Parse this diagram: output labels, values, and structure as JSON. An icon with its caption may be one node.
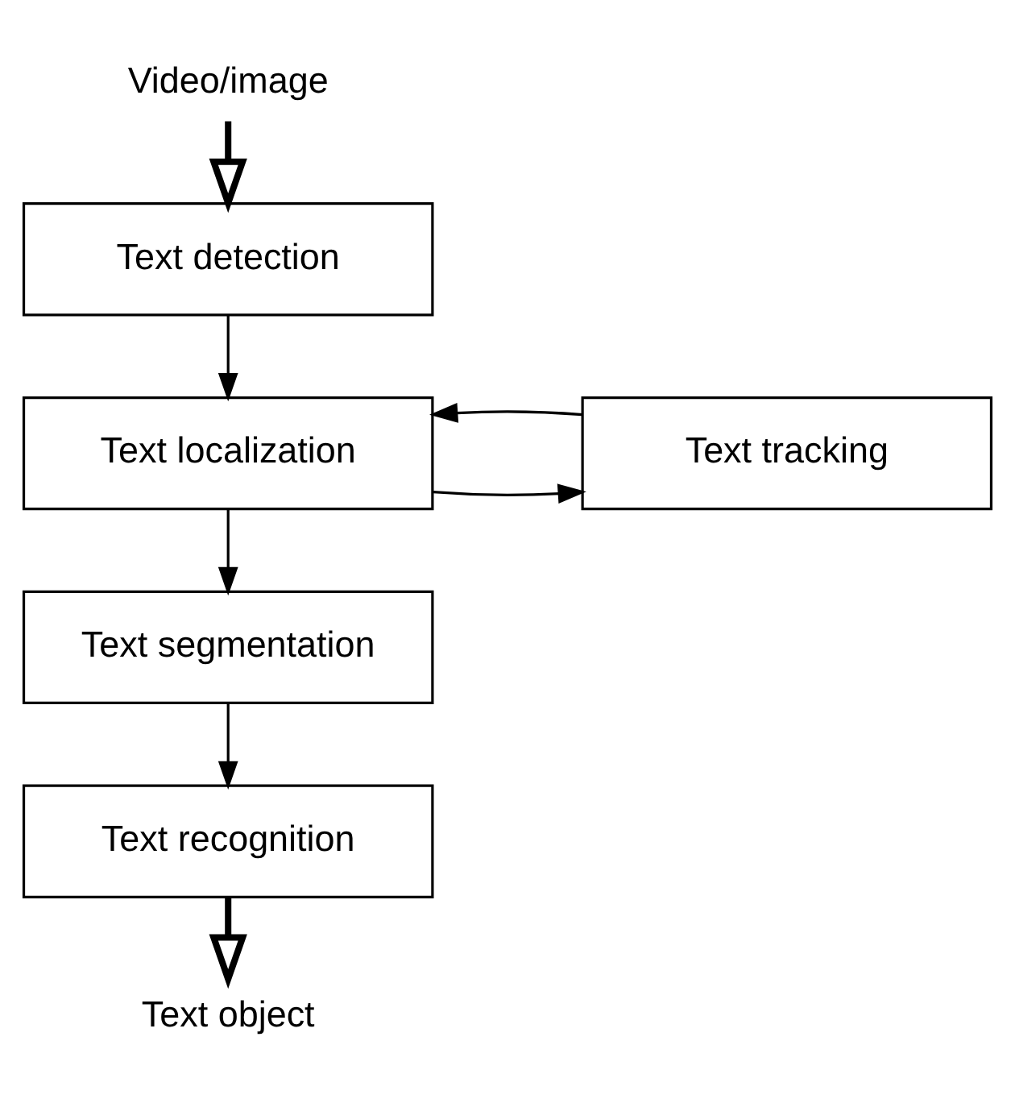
{
  "diagram": {
    "nodes": [
      {
        "text": [
          "Video/image"
        ]
      },
      {
        "text": [
          "Text detection"
        ]
      },
      {
        "text": [
          "Text localization"
        ]
      },
      {
        "text": [
          "Text tracking"
        ]
      },
      {
        "text": [
          "Text segmentation"
        ]
      },
      {
        "text": [
          "Text recognition"
        ]
      },
      {
        "text": [
          "Text object"
        ]
      }
    ],
    "edges": [
      {
        "from": 0,
        "to": 1,
        "arrow": "to",
        "style": "thick"
      },
      {
        "from": 1,
        "to": 2,
        "arrow": "to"
      },
      {
        "from": 2,
        "to": 3,
        "arrow": "to"
      },
      {
        "from": 3,
        "to": 2,
        "arrow": "to"
      },
      {
        "from": 2,
        "to": 4,
        "arrow": "to"
      },
      {
        "from": 4,
        "to": 5,
        "arrow": "to"
      },
      {
        "from": 5,
        "to": 6,
        "arrow": "to",
        "style": "thick"
      }
    ]
  }
}
